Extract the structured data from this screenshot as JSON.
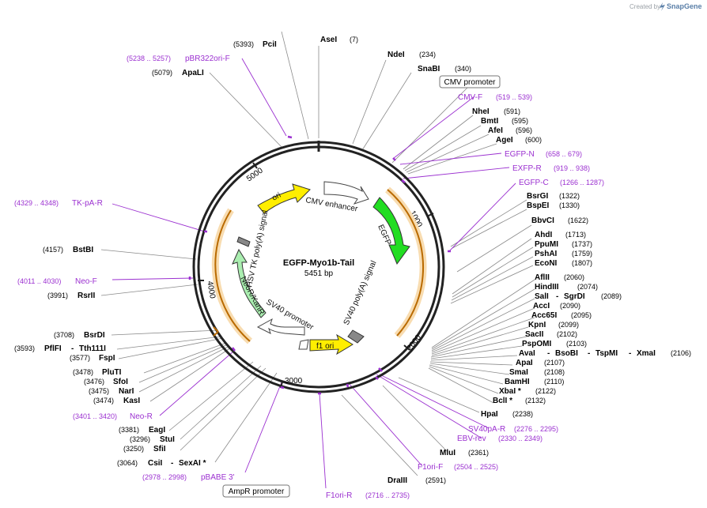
{
  "header": {
    "credit_prefix": "Created by",
    "credit_brand": "SnapGene"
  },
  "plasmid": {
    "name": "EGFP-Myo1b-Tail",
    "length_label": "5451 bp"
  },
  "ticks": [
    "1000",
    "2000",
    "3000",
    "4000",
    "5000"
  ],
  "features": [
    {
      "label": "CMV enhancer"
    },
    {
      "label": "EGFP"
    },
    {
      "label": "SV40 poly(A) signal"
    },
    {
      "label": "f1 ori"
    },
    {
      "label": "SV40 promoter"
    },
    {
      "label": "NeoR/KanR"
    },
    {
      "label": "HSV TK poly(A) signal"
    },
    {
      "label": "ori"
    }
  ],
  "boxed_labels": {
    "cmv_promoter": "CMV promoter",
    "ampr_promoter": "AmpR promoter"
  },
  "sites": [
    {
      "name": "AseI",
      "pos": "(7)"
    },
    {
      "name": "NdeI",
      "pos": "(234)"
    },
    {
      "name": "SnaBI",
      "pos": "(340)"
    },
    {
      "name": "NheI",
      "pos": "(591)"
    },
    {
      "name": "BmtI",
      "pos": "(595)"
    },
    {
      "name": "AfeI",
      "pos": "(596)"
    },
    {
      "name": "AgeI",
      "pos": "(600)"
    },
    {
      "name": "BsrGI",
      "pos": "(1322)"
    },
    {
      "name": "BspEI",
      "pos": "(1330)"
    },
    {
      "name": "BbvCI",
      "pos": "(1622)"
    },
    {
      "name": "AhdI",
      "pos": "(1713)"
    },
    {
      "name": "PpuMI",
      "pos": "(1737)"
    },
    {
      "name": "PshAI",
      "pos": "(1759)"
    },
    {
      "name": "EcoNI",
      "pos": "(1807)"
    },
    {
      "name": "AflII",
      "pos": "(2060)"
    },
    {
      "name": "HindIII",
      "pos": "(2074)"
    },
    {
      "name": "SalI",
      "pos": "(2089)"
    },
    {
      "name": "SgrDI",
      "pos": ""
    },
    {
      "name": "AccI",
      "pos": "(2090)"
    },
    {
      "name": "Acc65I",
      "pos": "(2095)"
    },
    {
      "name": "KpnI",
      "pos": "(2099)"
    },
    {
      "name": "SacII",
      "pos": "(2102)"
    },
    {
      "name": "PspOMI",
      "pos": "(2103)"
    },
    {
      "name": "AvaI",
      "pos": "(2106)"
    },
    {
      "name": "BsoBI",
      "pos": ""
    },
    {
      "name": "TspMI",
      "pos": ""
    },
    {
      "name": "XmaI",
      "pos": ""
    },
    {
      "name": "ApaI",
      "pos": "(2107)"
    },
    {
      "name": "SmaI",
      "pos": "(2108)"
    },
    {
      "name": "BamHI",
      "pos": "(2110)"
    },
    {
      "name": "XbaI *",
      "pos": "(2122)"
    },
    {
      "name": "BclI *",
      "pos": "(2132)"
    },
    {
      "name": "HpaI",
      "pos": "(2238)"
    },
    {
      "name": "MluI",
      "pos": "(2361)"
    },
    {
      "name": "DraIII",
      "pos": "(2591)"
    },
    {
      "name": "CsiI",
      "pos": "(3064)"
    },
    {
      "name": "SexAI *",
      "pos": ""
    },
    {
      "name": "SfiI",
      "pos": "(3250)"
    },
    {
      "name": "StuI",
      "pos": "(3296)"
    },
    {
      "name": "EagI",
      "pos": "(3381)"
    },
    {
      "name": "KasI",
      "pos": "(3474)"
    },
    {
      "name": "NarI",
      "pos": "(3475)"
    },
    {
      "name": "SfoI",
      "pos": "(3476)"
    },
    {
      "name": "PluTI",
      "pos": "(3478)"
    },
    {
      "name": "FspI",
      "pos": "(3577)"
    },
    {
      "name": "PflFI",
      "pos": "(3593)"
    },
    {
      "name": "Tth111I",
      "pos": ""
    },
    {
      "name": "BsrDI",
      "pos": "(3708)"
    },
    {
      "name": "RsrII",
      "pos": "(3991)"
    },
    {
      "name": "BstBI",
      "pos": "(4157)"
    },
    {
      "name": "ApaLI",
      "pos": "(5079)"
    },
    {
      "name": "PciI",
      "pos": "(5393)"
    }
  ],
  "primers": [
    {
      "name": "CMV-F",
      "range": "(519 .. 539)"
    },
    {
      "name": "EGFP-N",
      "range": "(658 .. 679)"
    },
    {
      "name": "EXFP-R",
      "range": "(919 .. 938)"
    },
    {
      "name": "EGFP-C",
      "range": "(1266 .. 1287)"
    },
    {
      "name": "SV40pA-R",
      "range": "(2276 .. 2295)"
    },
    {
      "name": "EBV-rev",
      "range": "(2330 .. 2349)"
    },
    {
      "name": "F1ori-F",
      "range": "(2504 .. 2525)"
    },
    {
      "name": "F1ori-R",
      "range": "(2716 .. 2735)"
    },
    {
      "name": "pBABE 3'",
      "range": "(2978 .. 2998)"
    },
    {
      "name": "Neo-R",
      "range": "(3401 .. 3420)"
    },
    {
      "name": "Neo-F",
      "range": "(4011 .. 4030)"
    },
    {
      "name": "TK-pA-R",
      "range": "(4329 .. 4348)"
    },
    {
      "name": "pBR322ori-F",
      "range": "(5238 .. 5257)"
    }
  ],
  "colors": {
    "egfp": "#22dd22",
    "ori": "#ffee00",
    "f1ori": "#ffee00",
    "neo": "#aaeeb0",
    "primer": "#9b30d0",
    "orf_arc": "#f2b66a",
    "backbone": "#222222"
  }
}
